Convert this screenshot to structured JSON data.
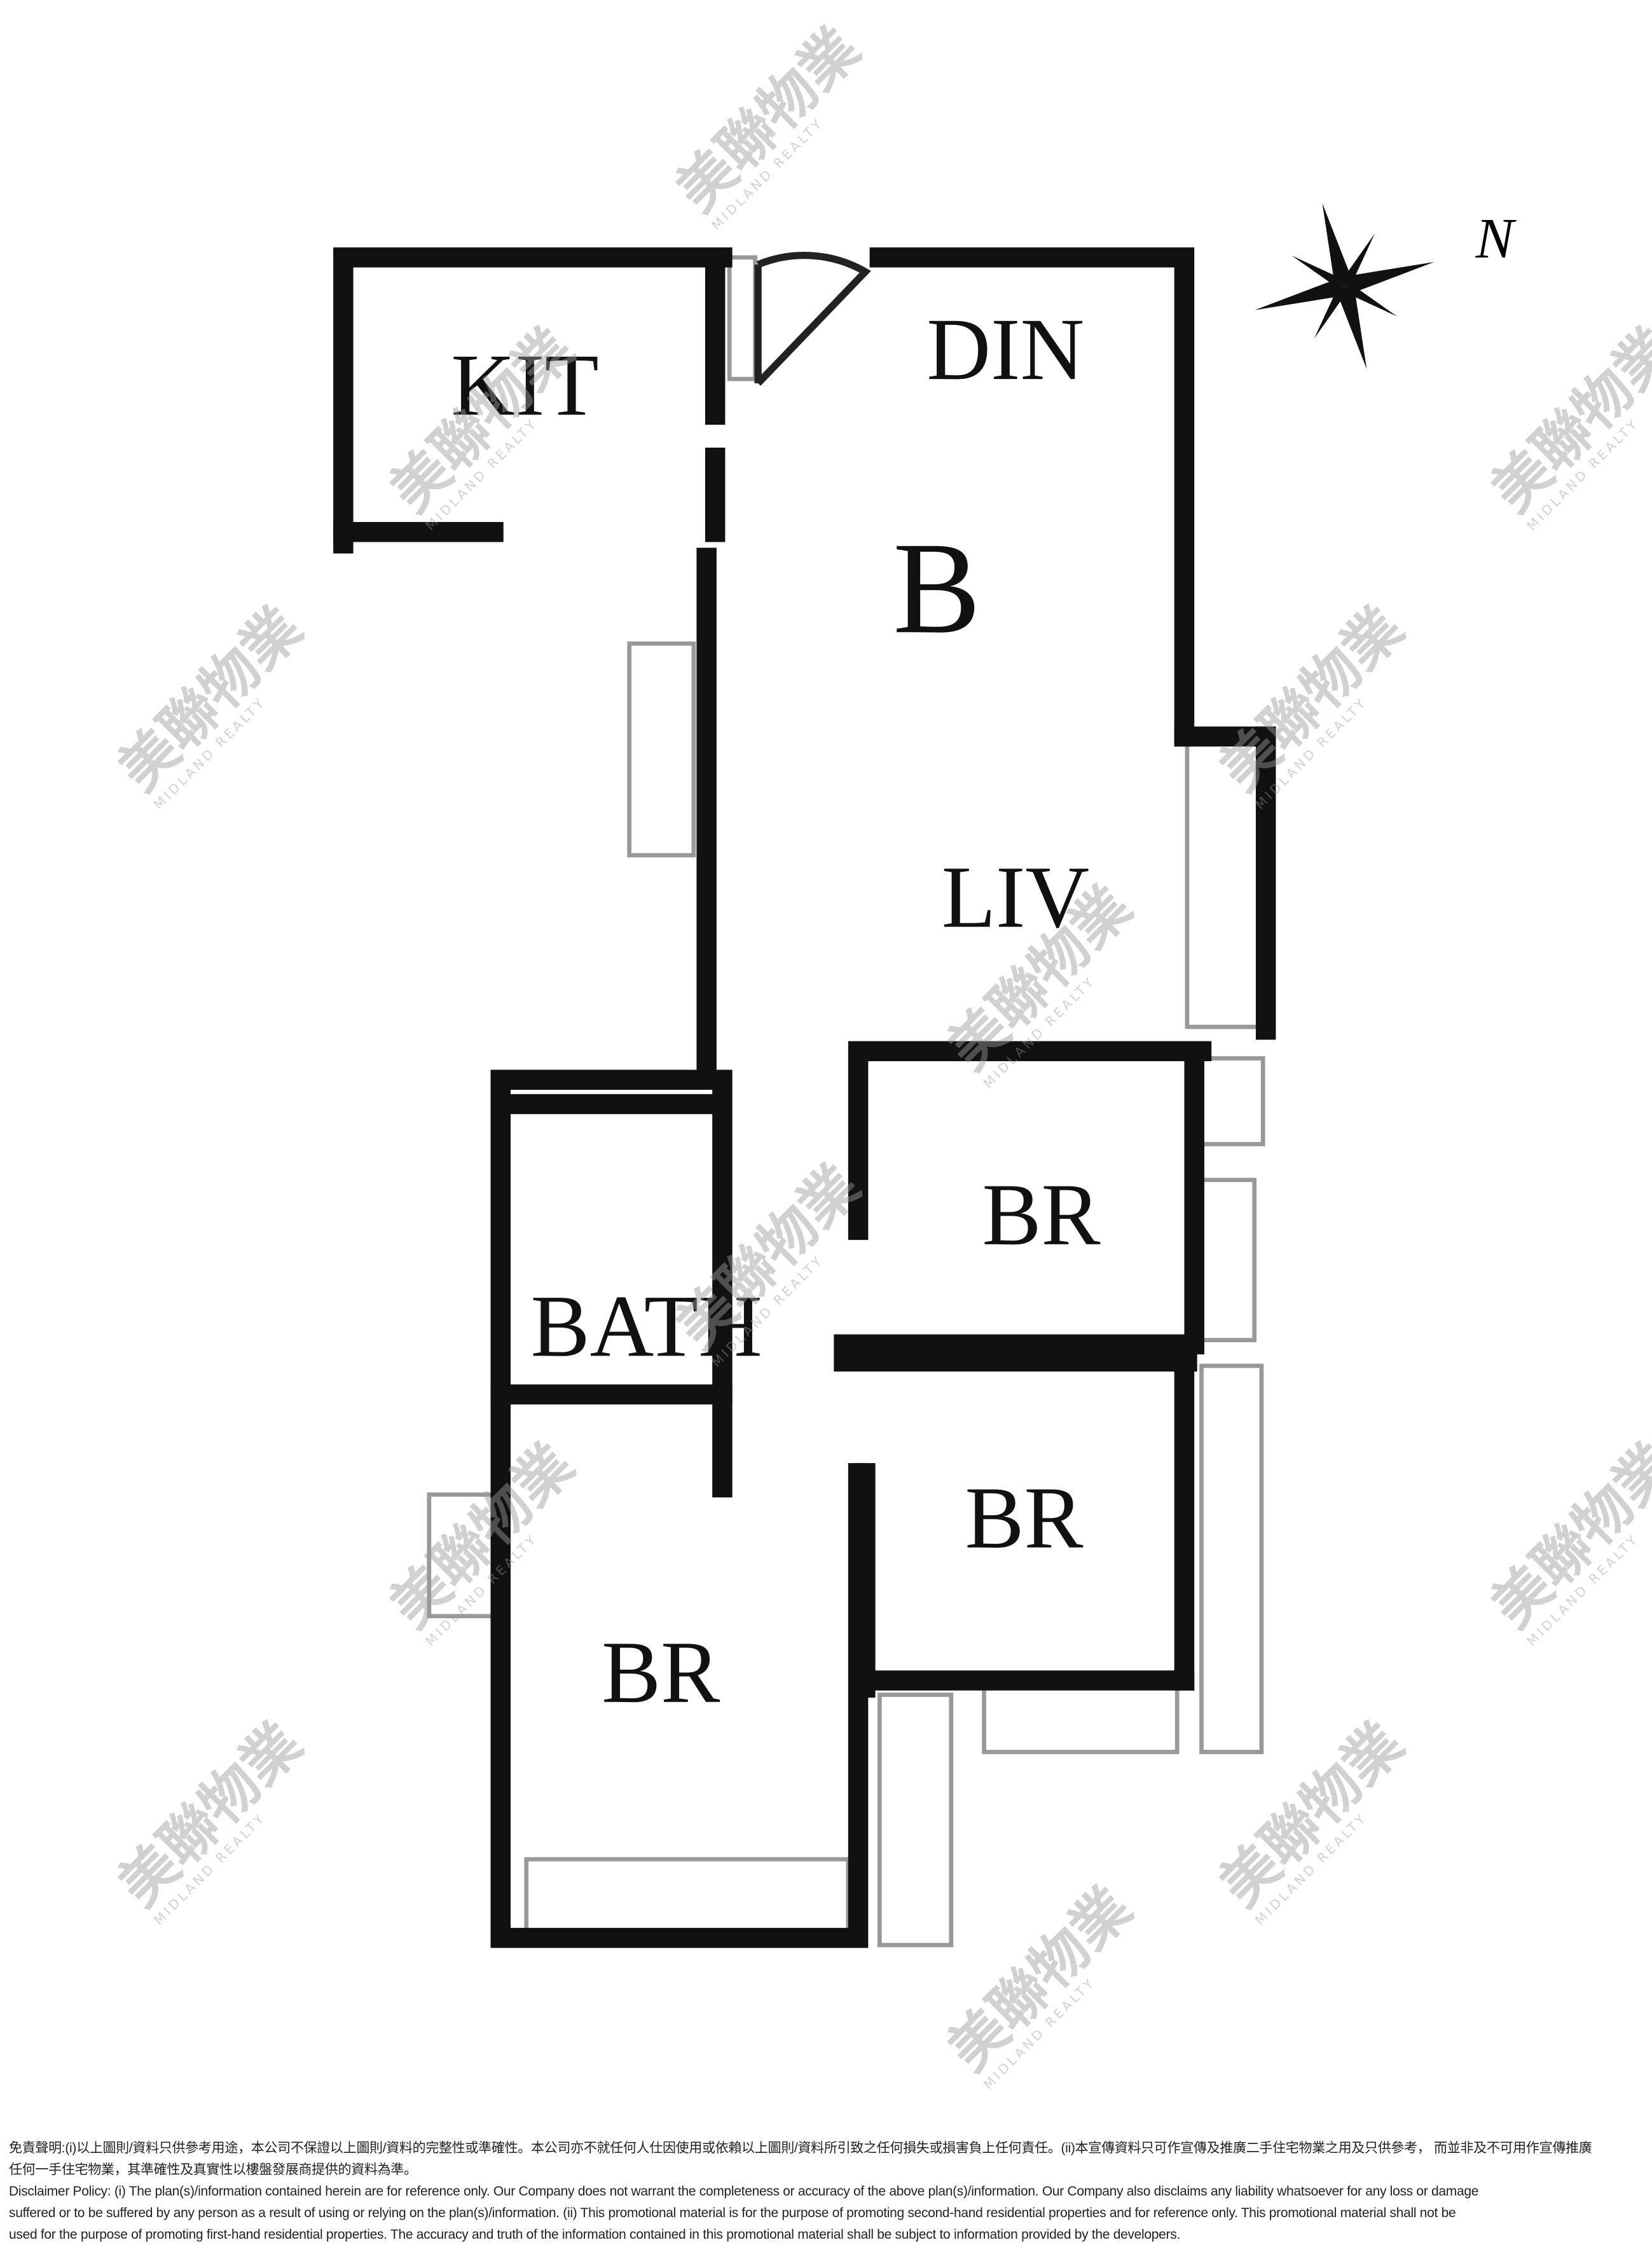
{
  "plan": {
    "unit_label": "B",
    "rooms": {
      "kitchen": "KIT",
      "dining": "DIN",
      "living": "LIV",
      "bedroom_1": "BR",
      "bedroom_2": "BR",
      "bedroom_3": "BR",
      "bathroom": "BATH"
    },
    "compass_label": "N"
  },
  "watermark": {
    "chinese": "美聯物業",
    "english": "MIDLAND REALTY"
  },
  "disclaimer": {
    "chinese_line1": "免責聲明:(i)以上圖則/資料只供參考用途，本公司不保證以上圖則/資料的完整性或準確性。本公司亦不就任何人仕因使用或依賴以上圖則/資料所引致之任何損失或損害負上任何責任。(ii)本宣傳資料只可作宣傳及推廣二手住宅物業之用及只供參考， 而並非及不可用作宣傳推廣",
    "chinese_line2": "任何一手住宅物業，其準確性及真實性以樓盤發展商提供的資料為準。",
    "english_line1": "Disclaimer Policy: (i) The plan(s)/information contained herein are for reference only. Our Company does not warrant the completeness or accuracy of the above plan(s)/information. Our Company also disclaims any liability whatsoever for any loss or damage",
    "english_line2": "suffered or to be suffered by any person as a result of using or relying on the plan(s)/information. (ii) This promotional material is for the purpose of promoting second-hand residential properties and for reference only. This promotional material shall not be",
    "english_line3": "used for the purpose of promoting first-hand residential properties. The accuracy and truth of the information contained in this promotional material shall be subject to information provided by the developers."
  }
}
